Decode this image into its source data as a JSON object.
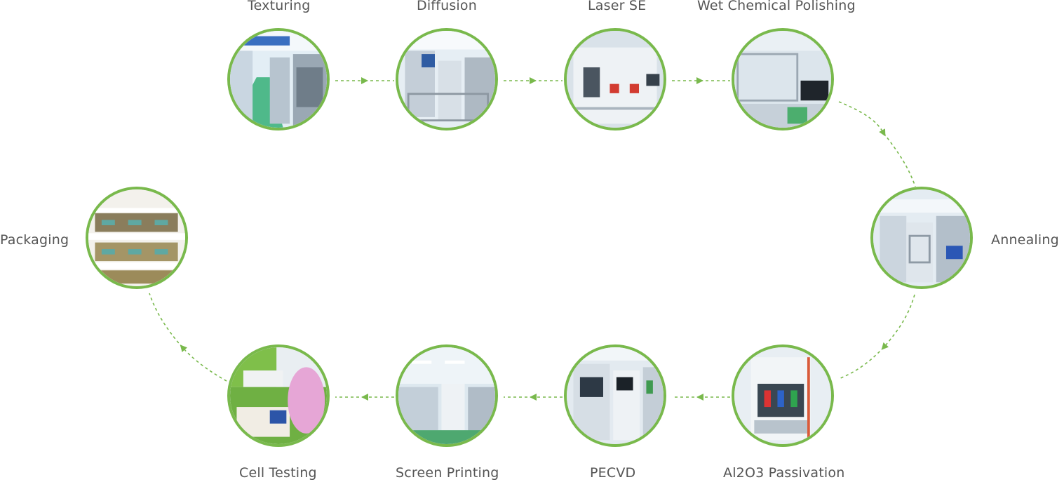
{
  "diagram": {
    "accent_color": "#79b94c",
    "label_color": "#555555",
    "flow_direction": "clockwise",
    "steps": [
      {
        "id": "texturing",
        "label": "Texturing",
        "photo": "factory-corridor-photo",
        "order": 1
      },
      {
        "id": "diffusion",
        "label": "Diffusion",
        "photo": "diffusion-furnace-photo",
        "order": 2
      },
      {
        "id": "laser-se",
        "label": "Laser SE",
        "photo": "laser-machine-photo",
        "order": 3
      },
      {
        "id": "wet-chemical-polishing",
        "label": "Wet Chemical Polishing",
        "photo": "wet-bench-photo",
        "order": 4
      },
      {
        "id": "annealing",
        "label": "Annealing",
        "photo": "annealing-equipment-photo",
        "order": 5
      },
      {
        "id": "al2o3-passivation",
        "label": "Al2O3 Passivation",
        "photo": "ald-equipment-photo",
        "order": 6
      },
      {
        "id": "pecvd",
        "label": "PECVD",
        "photo": "pecvd-machine-photo",
        "order": 7
      },
      {
        "id": "screen-printing",
        "label": "Screen Printing",
        "photo": "screen-printer-line-photo",
        "order": 8
      },
      {
        "id": "cell-testing",
        "label": "Cell Testing",
        "photo": "cell-testing-station-photo",
        "order": 9
      },
      {
        "id": "packaging",
        "label": "Packaging",
        "photo": "packaged-boxes-shelf-photo",
        "order": 10
      }
    ]
  }
}
